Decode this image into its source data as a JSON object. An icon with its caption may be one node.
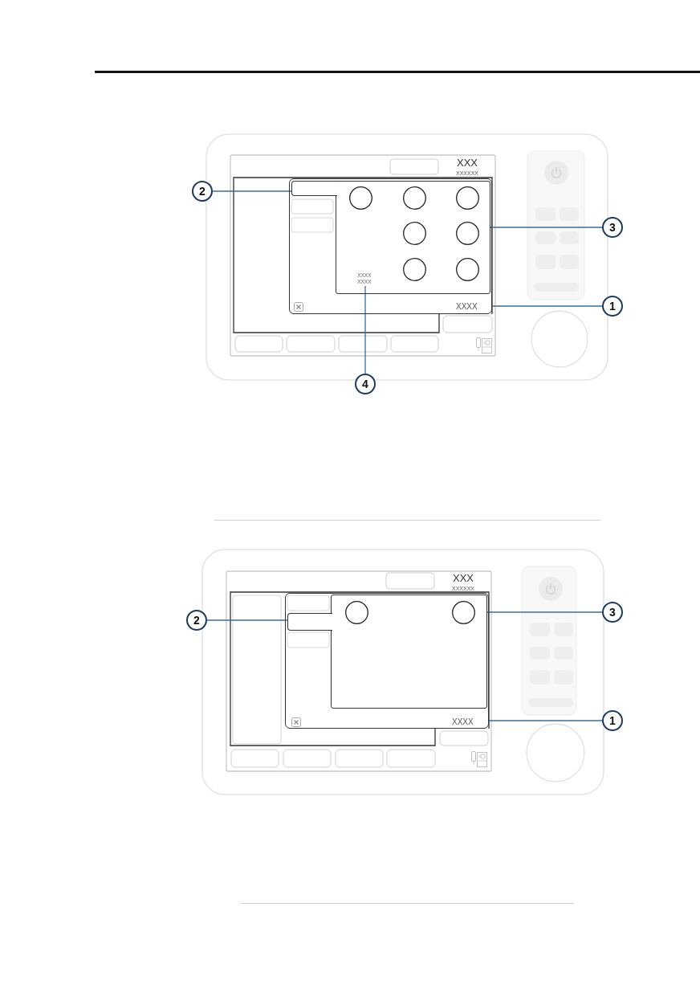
{
  "diagram": {
    "nodes": [
      {
        "text": [
          "XXXX"
        ]
      },
      {
        "text": [],
        "shape": "box",
        "in": 0
      },
      {
        "text": [],
        "shape": "box",
        "in": 0
      },
      {
        "text": [
          "XXXX XXXX"
        ],
        "in": 2
      },
      {
        "text": [
          "2"
        ]
      },
      {
        "text": [
          "3"
        ]
      },
      {
        "text": [
          "1"
        ]
      },
      {
        "text": [
          "4"
        ]
      },
      {
        "text": [
          "XXXX"
        ]
      },
      {
        "text": [],
        "shape": "box",
        "in": 8
      },
      {
        "text": [],
        "shape": "box",
        "in": 8
      },
      {
        "text": [
          "2"
        ]
      },
      {
        "text": [
          "3"
        ]
      },
      {
        "text": [
          "1"
        ]
      }
    ],
    "edges": [
      {
        "from": 4,
        "to": 1,
        "arrow": "none"
      },
      {
        "from": 5,
        "to": 2,
        "arrow": "none"
      },
      {
        "from": 6,
        "to": 0,
        "arrow": "none"
      },
      {
        "from": 7,
        "to": 3,
        "arrow": "none"
      },
      {
        "from": 11,
        "to": 9,
        "arrow": "none"
      },
      {
        "from": 12,
        "to": 10,
        "arrow": "none"
      },
      {
        "from": 13,
        "to": 8,
        "arrow": "none"
      }
    ],
    "labels": [
      "XXX",
      "XXXXXX",
      "XXX",
      "XXXXXX"
    ]
  }
}
